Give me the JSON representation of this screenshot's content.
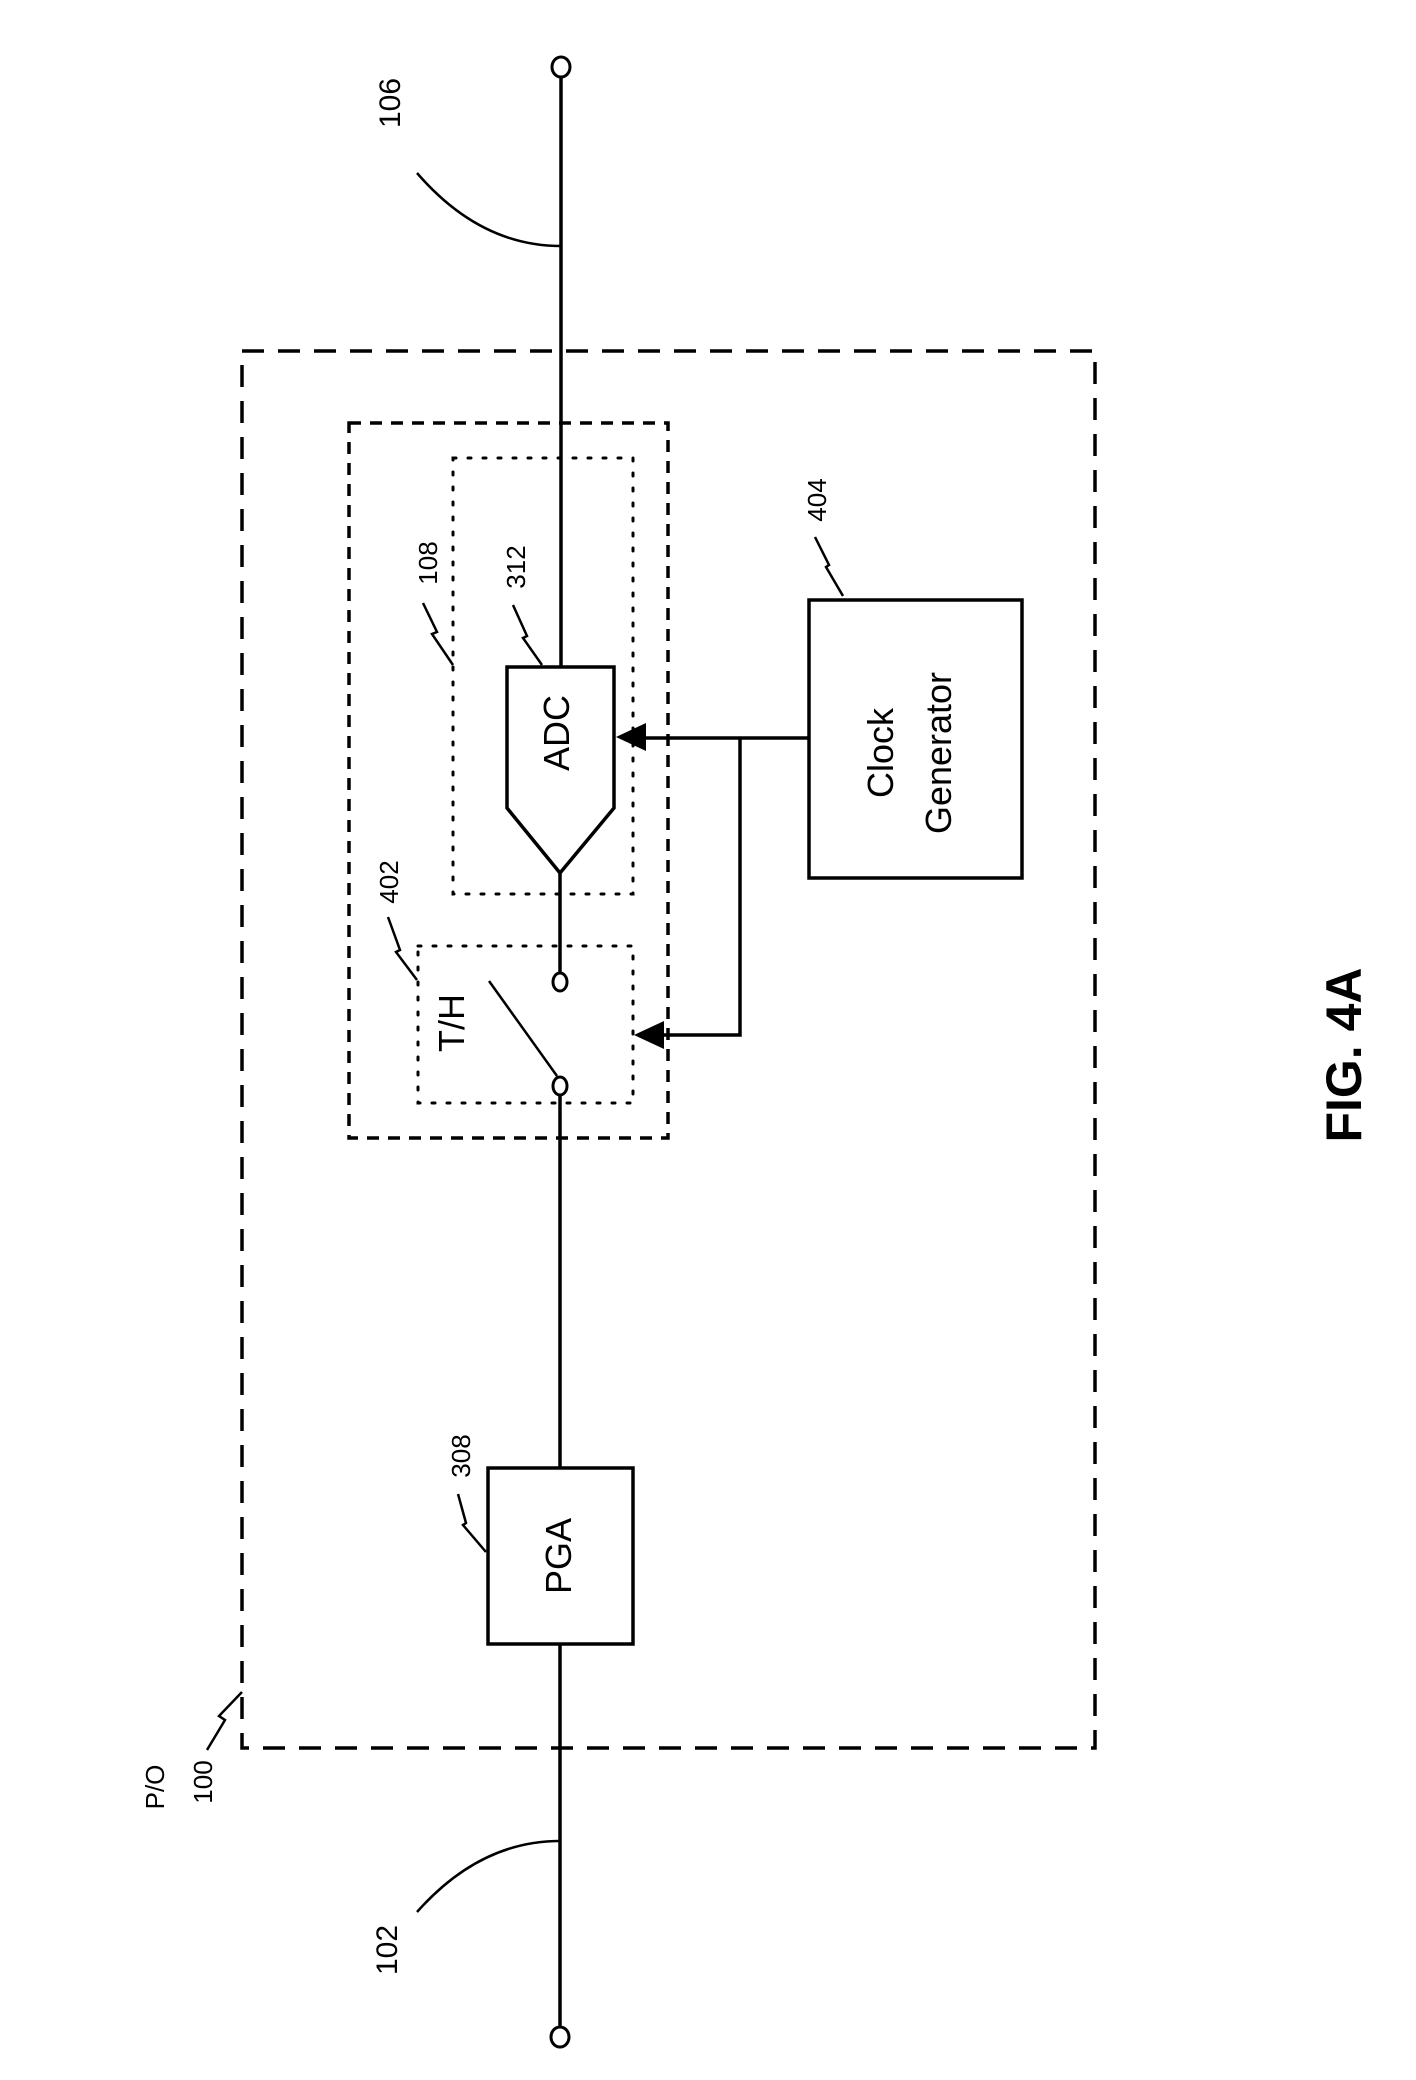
{
  "figure": {
    "title": "FIG. 4A",
    "orientation": "rotated 90° counter-clockwise"
  },
  "refs": {
    "input": "102",
    "output": "106",
    "po_prefix": "P/O",
    "system": "100",
    "adc_group": "108",
    "pga": "308",
    "adc": "312",
    "track_hold": "402",
    "clock": "404"
  },
  "blocks": {
    "pga": "PGA",
    "adc": "ADC",
    "track_hold": "T/H",
    "clock_line1": "Clock",
    "clock_line2": "Generator"
  },
  "connections": [
    {
      "from": "input-102",
      "to": "PGA"
    },
    {
      "from": "PGA",
      "to": "T/H"
    },
    {
      "from": "T/H",
      "to": "ADC"
    },
    {
      "from": "ADC",
      "to": "output-106"
    },
    {
      "from": "Clock Generator",
      "to": "ADC",
      "type": "clock-arrow"
    },
    {
      "from": "Clock Generator",
      "to": "T/H",
      "type": "clock-arrow"
    }
  ]
}
